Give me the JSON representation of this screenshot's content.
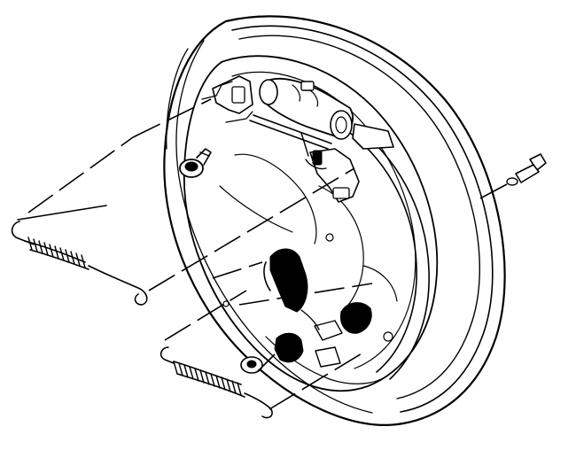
{
  "diagram": {
    "type": "exploded-view line drawing",
    "ink_color": "#000000",
    "background_color": "#ffffff",
    "components": [
      "backing-plate",
      "brake-drum-rim",
      "wheel-cylinder",
      "upper-return-spring",
      "lower-return-spring",
      "hold-down-spring",
      "adjuster-screw",
      "mounting-bolt",
      "brake-shoe"
    ]
  }
}
